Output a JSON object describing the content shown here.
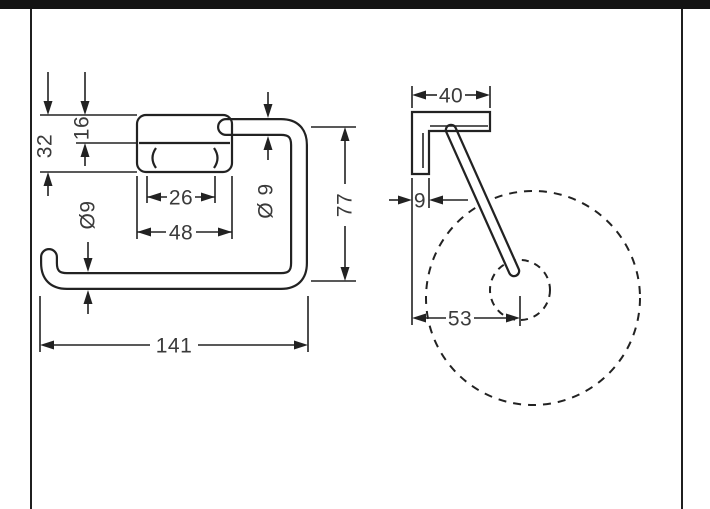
{
  "page": {
    "background": "#ffffff",
    "chrome_bar_color": "#141414",
    "edge_line_color": "#1f1f1f",
    "drawing_line_color": "#222222",
    "text_color": "#3a3a3a"
  },
  "front_view": {
    "plate_height": "32",
    "top_to_centerline": "16",
    "slot_spacing": "26",
    "plate_width": "48",
    "rod_diameter_left": "Ø9",
    "rod_diameter_right": "Ø 9",
    "inner_height": "77",
    "overall_width": "141"
  },
  "side_view": {
    "depth": "40",
    "wall_plate_thickness": "9",
    "roll_axis_offset": "53"
  }
}
